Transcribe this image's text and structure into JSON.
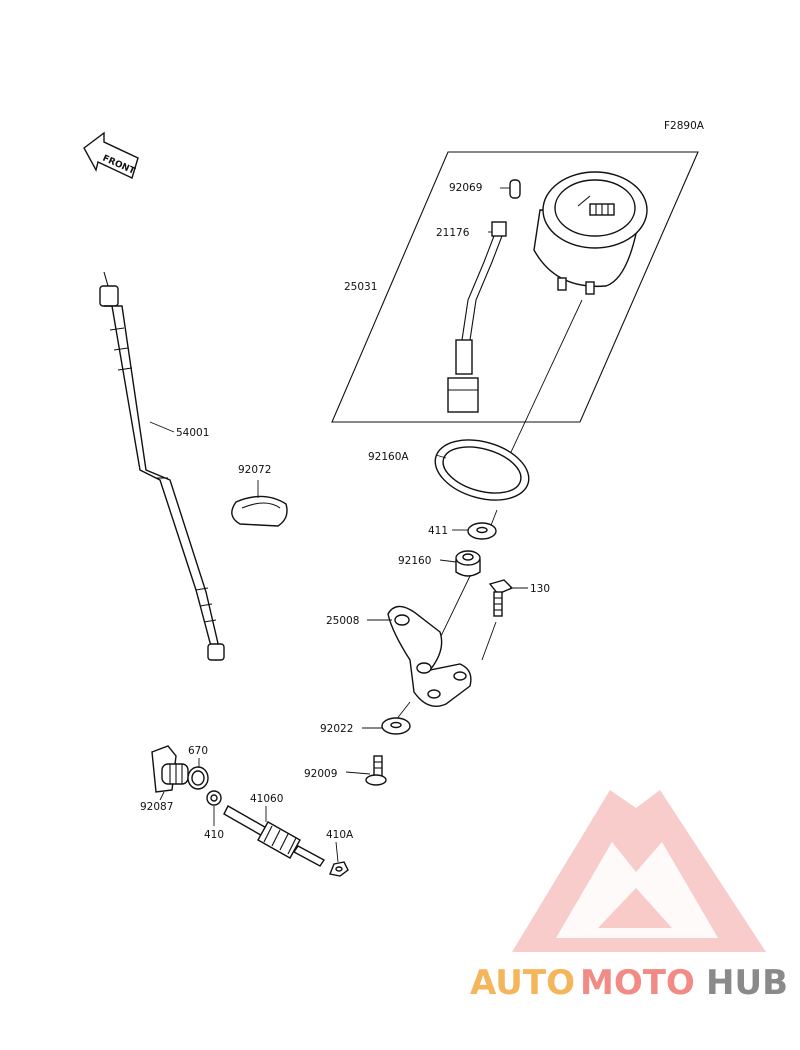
{
  "figure_code": "F2890A",
  "front_label": "FRONT",
  "parts": [
    {
      "id": "p92069",
      "number": "92069"
    },
    {
      "id": "p21176",
      "number": "21176"
    },
    {
      "id": "p25031",
      "number": "25031"
    },
    {
      "id": "p54001",
      "number": "54001"
    },
    {
      "id": "p92072",
      "number": "92072"
    },
    {
      "id": "p92160A",
      "number": "92160A"
    },
    {
      "id": "p411",
      "number": "411"
    },
    {
      "id": "p92160",
      "number": "92160"
    },
    {
      "id": "p130",
      "number": "130"
    },
    {
      "id": "p25008",
      "number": "25008"
    },
    {
      "id": "p92022",
      "number": "92022"
    },
    {
      "id": "p670",
      "number": "670"
    },
    {
      "id": "p92009",
      "number": "92009"
    },
    {
      "id": "p41060",
      "number": "41060"
    },
    {
      "id": "p92087",
      "number": "92087"
    },
    {
      "id": "p410",
      "number": "410"
    },
    {
      "id": "p410A",
      "number": "410A"
    }
  ],
  "watermark": {
    "part1": "AUTO",
    "part2": "MOTO",
    "part3": "HUB",
    "colors": {
      "auto": "#f5b55a",
      "moto": "#f28a85",
      "hub": "#8a8a8a",
      "logo": "#f3a39e"
    }
  }
}
